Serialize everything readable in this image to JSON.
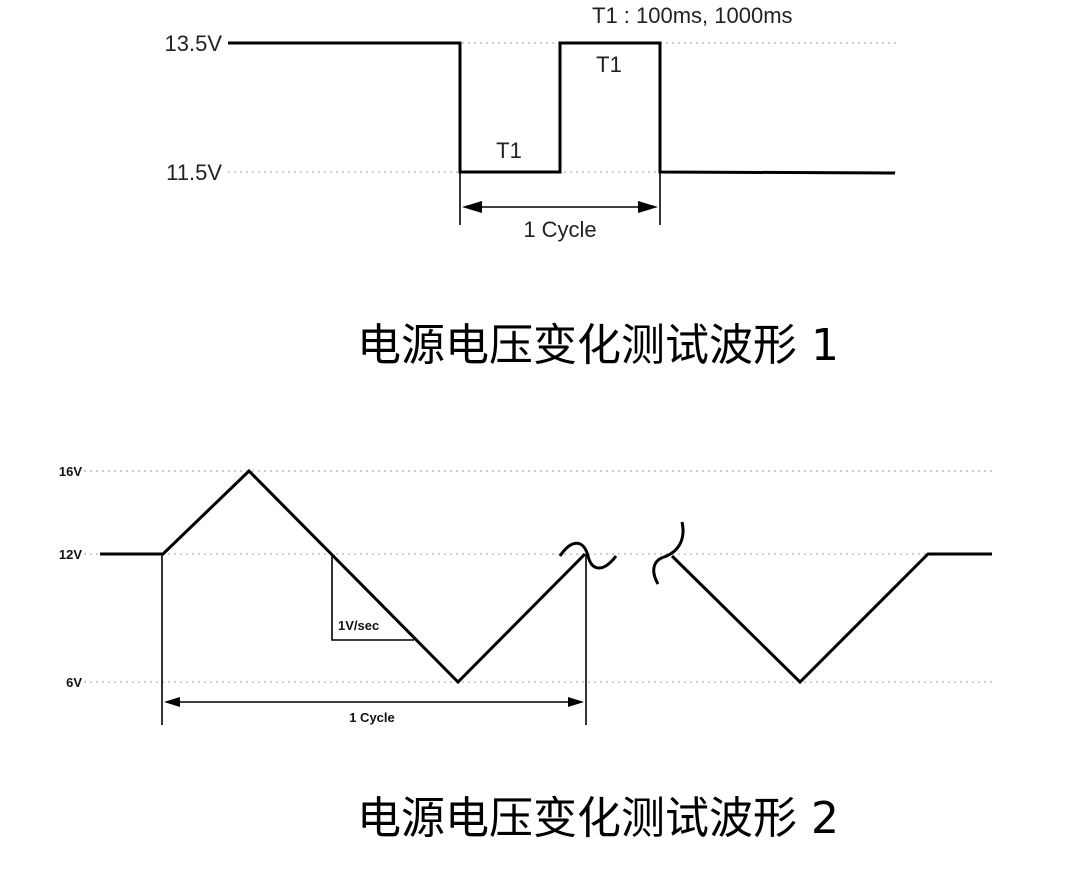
{
  "diagram1": {
    "levels": [
      "13.5V",
      "11.5V"
    ],
    "period_label": "T1 : 100ms, 1000ms",
    "low_label": "T1",
    "high_label": "T1",
    "cycle_label": "1 Cycle",
    "caption": "电源电压变化测试波形 1"
  },
  "diagram2": {
    "levels": [
      "16V",
      "12V",
      "6V"
    ],
    "slope_label": "1V/sec",
    "cycle_label": "1 Cycle",
    "caption": "电源电压变化测试波形 2"
  }
}
